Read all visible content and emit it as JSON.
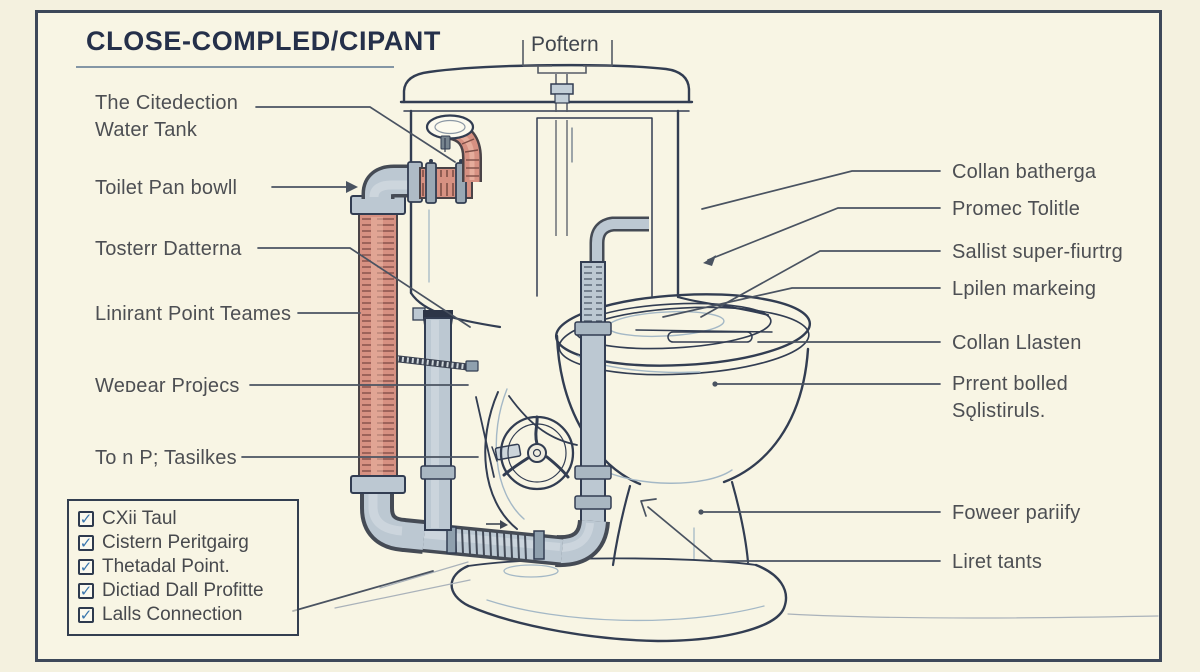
{
  "title": "CLOSE-COMPLED/CIPANT",
  "diagram": {
    "top_label": "Poftern"
  },
  "left_labels": {
    "citedection": {
      "line1": "The Citedection",
      "line2": "Water Tank"
    },
    "toilet_pan": "Toilet Pan bowll",
    "tosterr": "Tosterr Datterna",
    "linirant": "Linirant Point Teames",
    "wenear": "Weᴅear Projecs",
    "tasilkes": "To n P; Tasilkes"
  },
  "right_labels": {
    "batherga": "Collan batherga",
    "promec": "Promec Tolitle",
    "sallist": "Sallist super-fiurtrg",
    "lpilen": "Lpilen markeing",
    "llasten": "Collan Llasten",
    "prrent_line1": "Prrent bolled",
    "prrent_line2": "Sǫlistiruls.",
    "foweer": "Foweer pariify",
    "liret": "Liret tants"
  },
  "checklist": {
    "check_glyph": "✓",
    "items": [
      "CXii Taul",
      "Cistern Peritgairg",
      "Thetadal Point.",
      "Dictiad Dall Profitte",
      "Lalls Connection"
    ]
  },
  "colors": {
    "background": "#f8f5e4",
    "frame": "#3d4859",
    "ink": "#323d52",
    "pipe_salmon": "#d79182",
    "pipe_gray": "#bcc8d2",
    "check_blue": "#3a76ad",
    "text": "#4d4f53"
  }
}
